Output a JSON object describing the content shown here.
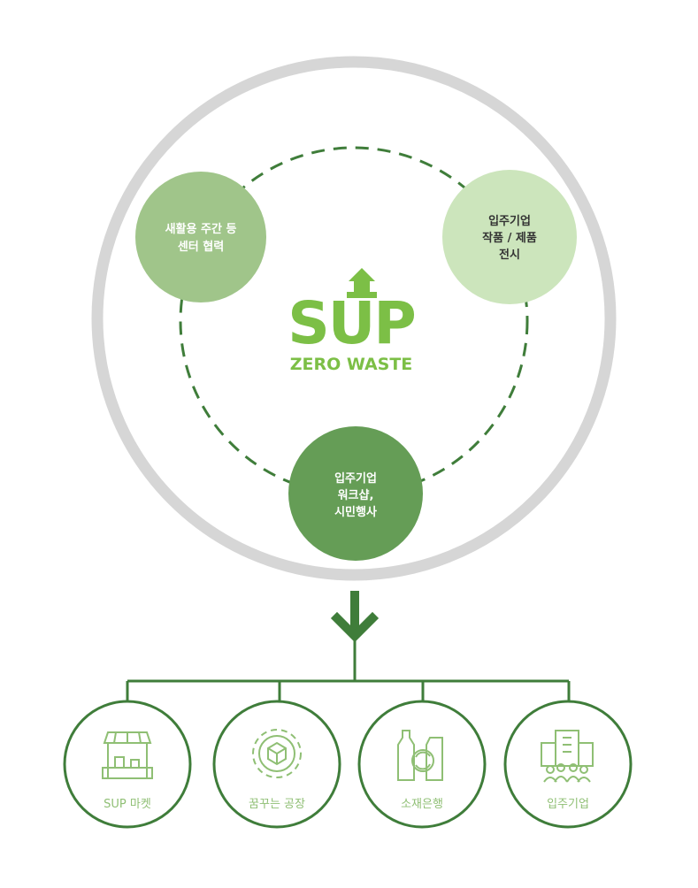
{
  "logo": {
    "brand": "SUP",
    "tagline": "ZERO WASTE"
  },
  "cycle_nodes": [
    {
      "id": "recycling",
      "lines": [
        "새활용 주간 등",
        "센터 협력"
      ]
    },
    {
      "id": "exhibition",
      "lines": [
        "입주기업",
        "작품 / 제품",
        "전시"
      ]
    },
    {
      "id": "workshop",
      "lines": [
        "입주기업",
        "워크샵,",
        "시민행사"
      ]
    }
  ],
  "outputs": [
    {
      "id": "market",
      "label": "SUP 마켓",
      "icon": "market-stall-icon"
    },
    {
      "id": "factory",
      "label": "꿈꾸는 공장",
      "icon": "gear-box-icon"
    },
    {
      "id": "bank",
      "label": "소재은행",
      "icon": "recycle-bottles-icon"
    },
    {
      "id": "companies",
      "label": "입주기업",
      "icon": "building-people-icon"
    }
  ],
  "colors": {
    "outer_ring": "#d6d6d6",
    "dashed": "#3f7d3a",
    "node_recycling": "#a0c58a",
    "node_exhibition": "#cce5bc",
    "node_workshop": "#659d56",
    "logo_green": "#7cbf46",
    "dark_green": "#3f7d3a",
    "icon_green": "#8fbf74"
  }
}
